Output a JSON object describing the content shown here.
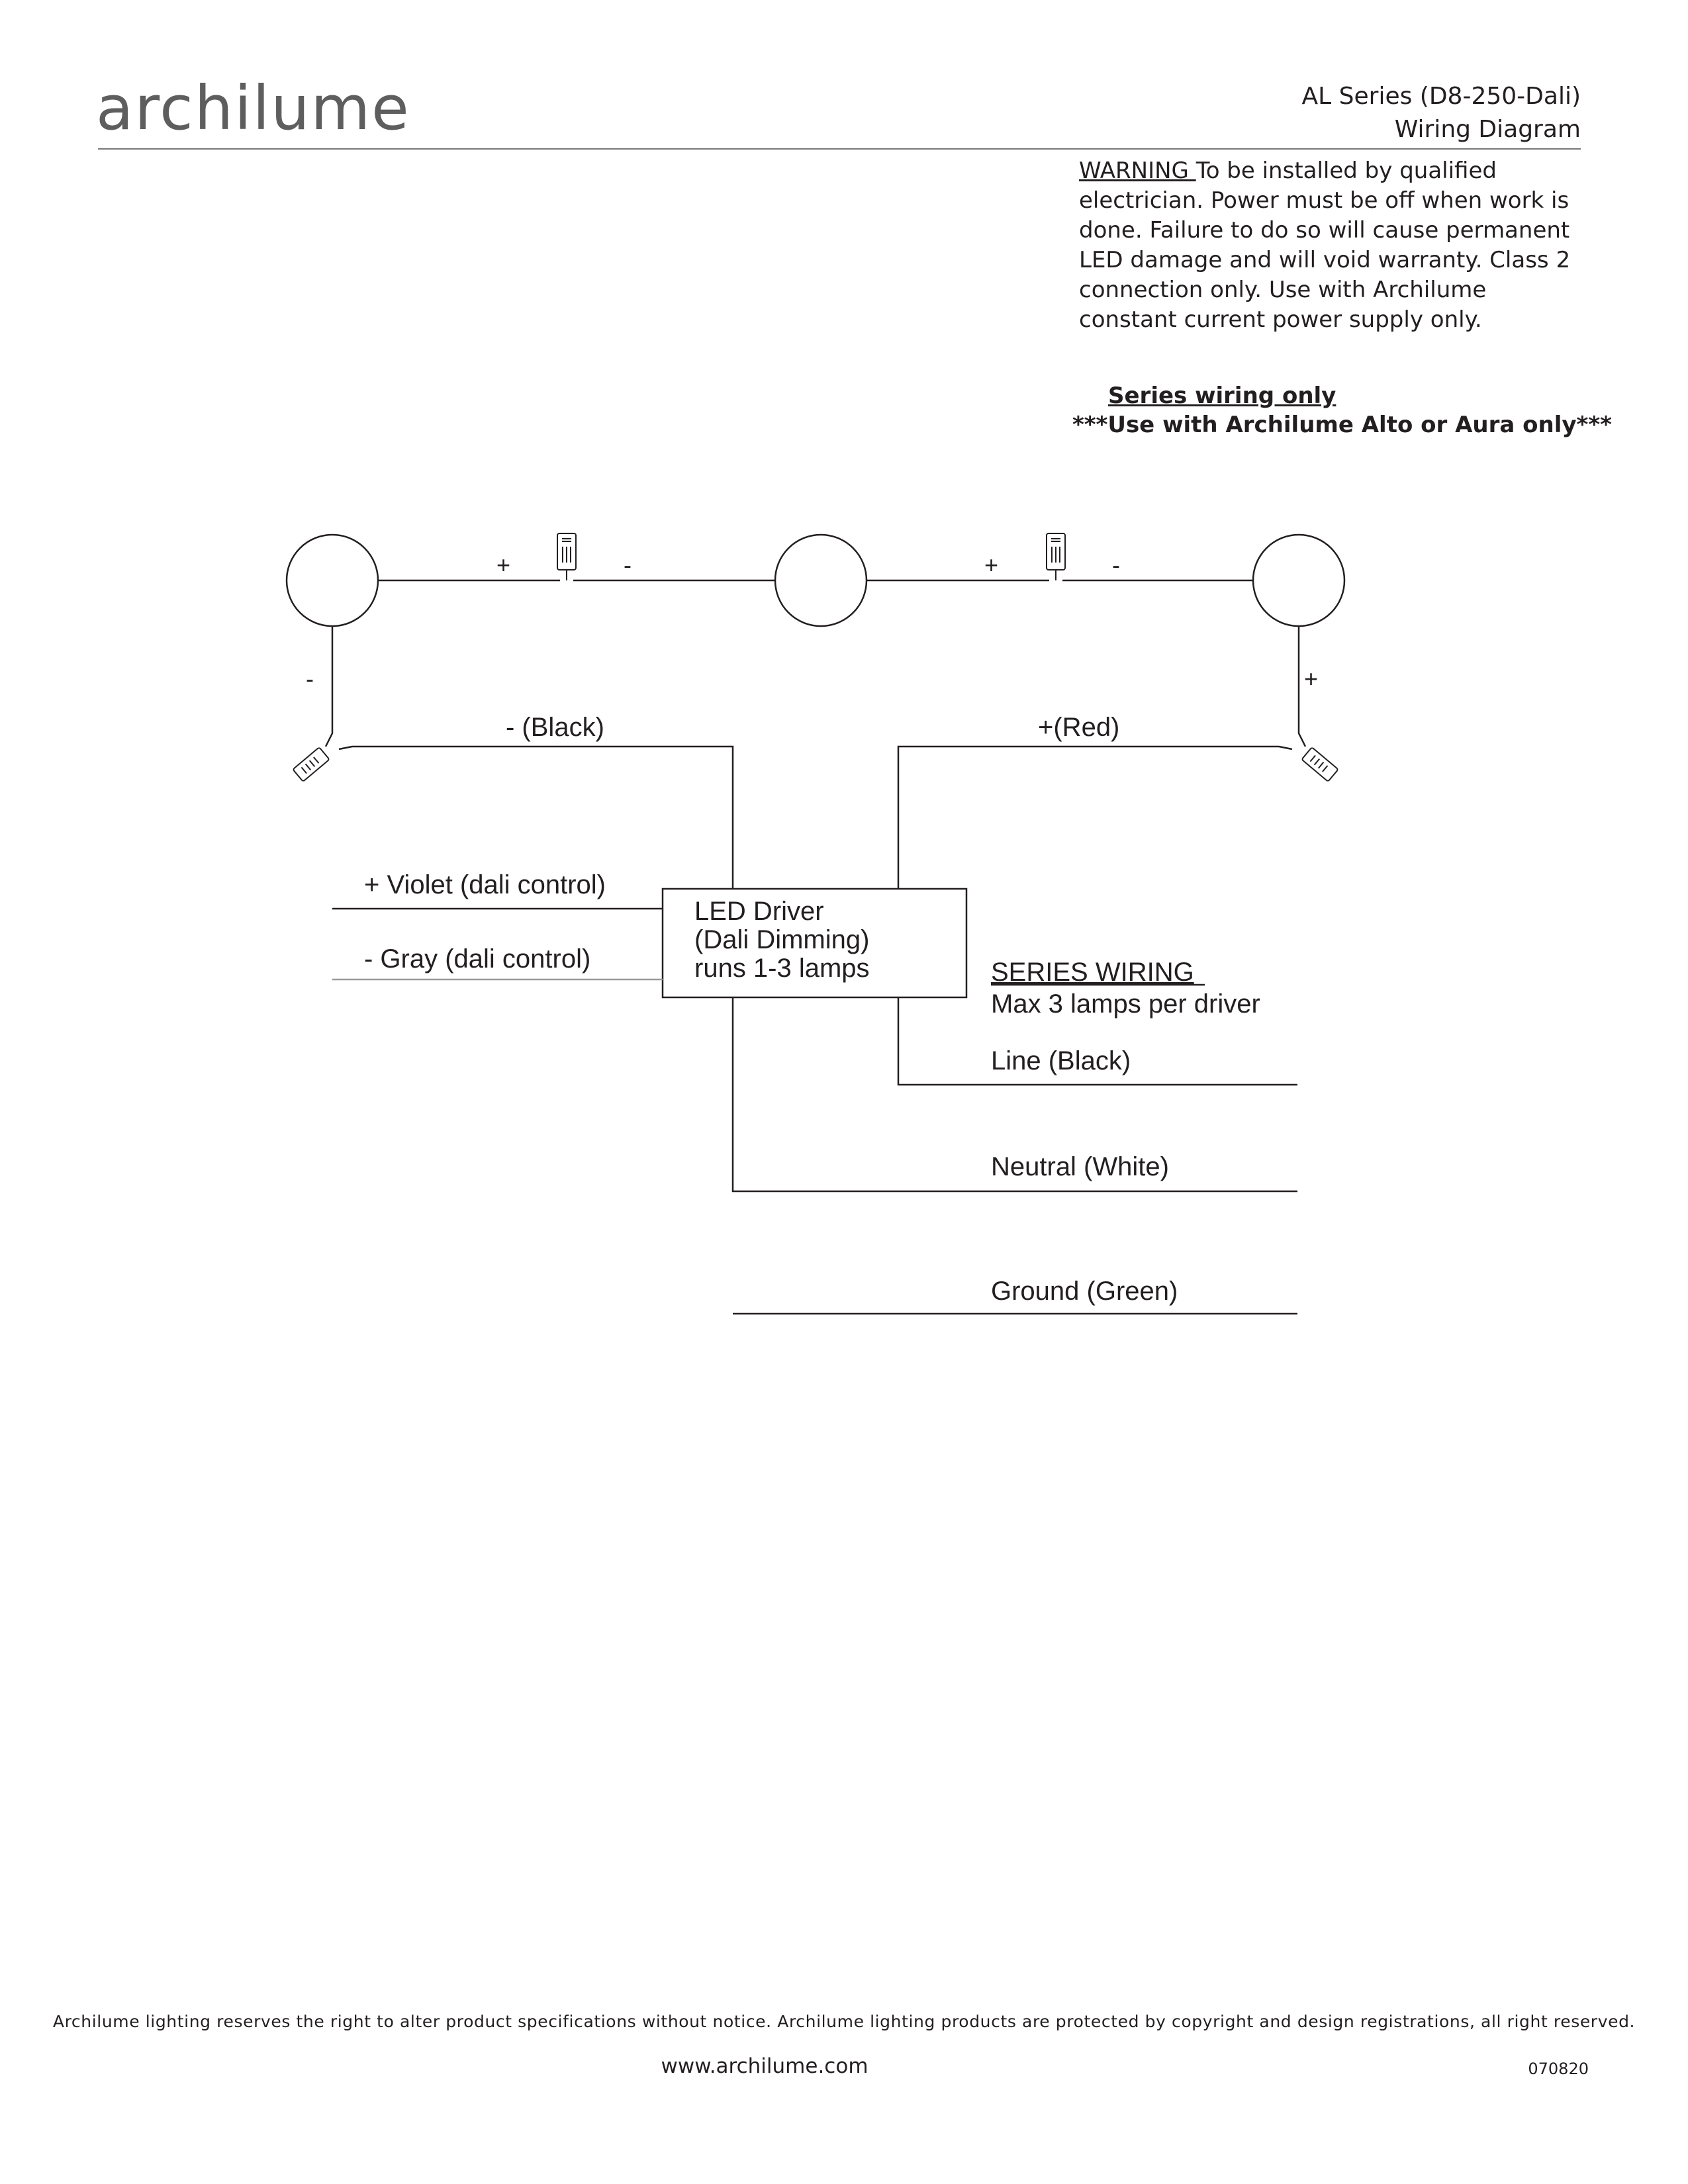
{
  "brand": {
    "logo_text": "archilume"
  },
  "header": {
    "title_line1": "AL Series (D8-250-Dali)",
    "title_line2": "Wiring Diagram"
  },
  "warning": {
    "label": "WARNING ",
    "text": "To be installed by qualified electrician. Power must be off when work is done. Failure to do so will cause permanent LED damage and will void warranty. Class 2 connection only. Use with Archilume constant current power supply only."
  },
  "notes": {
    "series_only": "Series wiring only",
    "use_with": "***Use with Archilume Alto or Aura only***"
  },
  "diagram": {
    "polarity": {
      "plus": "+",
      "minus": "-"
    },
    "wires": {
      "negative": "- (Black)",
      "positive": "+(Red)",
      "violet": "+ Violet (dali control)",
      "gray": "- Gray (dali control)",
      "line": "Line (Black)",
      "neutral": "Neutral (White)",
      "ground": "Ground (Green)"
    },
    "driver": {
      "line1": "LED Driver",
      "line2": "(Dali Dimming)",
      "line3": "runs 1-3 lamps"
    },
    "series_note": {
      "heading": "SERIES WIRING",
      "sub": "Max 3 lamps per driver"
    }
  },
  "footer": {
    "disclaimer": "Archilume lighting reserves the right to alter product specifications without notice. Archilume lighting products are protected by copyright and design registrations, all right reserved.",
    "website": "www.archilume.com",
    "code": "070820"
  }
}
